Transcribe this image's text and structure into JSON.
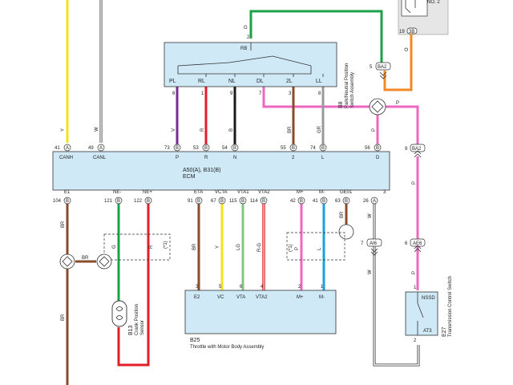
{
  "colors": {
    "yellow": "#f2e21c",
    "black": "#1a1a1a",
    "white_wire": "#777777",
    "green": "#1aa24a",
    "orange": "#f08a24",
    "pink": "#ec67c1",
    "purple": "#7b2b91",
    "red": "#e21f26",
    "brown": "#8a4b2c",
    "gray": "#999999",
    "light_green": "#80c784",
    "blue": "#1ba1e2",
    "box_fill": "#cfeaf6"
  },
  "relay": {
    "label": "NO. 2",
    "pin": "19",
    "conn": "3B"
  },
  "park_switch": {
    "id": "B8",
    "title_1": "Park/Neutral Position",
    "title_2": "Switch Assembly",
    "rb": "RB",
    "top_pin": "2",
    "top_wire": "G",
    "positions": [
      "PL",
      "RL",
      "NL",
      "DL",
      "2L",
      "LL"
    ],
    "pins": [
      "6",
      "1",
      "9",
      "7",
      "3",
      "8"
    ],
    "wires": [
      "V",
      "R",
      "B",
      "P",
      "BR",
      "GR"
    ],
    "conn": "BA2",
    "conn_pin": "5",
    "o_wire": "O"
  },
  "top_wires": {
    "canh": "Y",
    "canl": "W"
  },
  "ecm": {
    "title_1": "A50(A), B31(B)",
    "title_2": "ECM",
    "top_terms": [
      {
        "pin": "41",
        "conn": "A",
        "name": "CANH"
      },
      {
        "pin": "49",
        "conn": "A",
        "name": "CANL"
      },
      {
        "pin": "73",
        "conn": "B",
        "name": "P"
      },
      {
        "pin": "53",
        "conn": "B",
        "name": "R"
      },
      {
        "pin": "54",
        "conn": "B",
        "name": "N"
      },
      {
        "pin": "55",
        "conn": "B",
        "name": "2"
      },
      {
        "pin": "74",
        "conn": "B",
        "name": "L"
      },
      {
        "pin": "56",
        "conn": "B",
        "name": "D"
      }
    ],
    "top_wire_labels": [
      "V",
      "R",
      "B",
      "BR",
      "GR",
      "P"
    ],
    "right_conn": {
      "pin": "9",
      "conn": "BA2",
      "wire": "P"
    },
    "right_pin": "3",
    "bottom_terms": [
      {
        "name": "E1",
        "pin": "104",
        "conn": "B"
      },
      {
        "name": "NE-",
        "pin": "121",
        "conn": "B"
      },
      {
        "name": "NE+",
        "pin": "122",
        "conn": "B"
      },
      {
        "name": "ETA",
        "pin": "91",
        "conn": "B"
      },
      {
        "name": "VCTA",
        "pin": "67",
        "conn": "B"
      },
      {
        "name": "VTA1",
        "pin": "115",
        "conn": "B"
      },
      {
        "name": "VTA2",
        "pin": "114",
        "conn": "B"
      },
      {
        "name": "M+",
        "pin": "42",
        "conn": "B"
      },
      {
        "name": "M-",
        "pin": "41",
        "conn": "B"
      },
      {
        "name": "GE01",
        "pin": "63",
        "conn": "B"
      },
      {
        "name": "",
        "pin": "26",
        "conn": "A"
      }
    ],
    "bottom_wires": [
      "BR",
      "G",
      "R",
      "BR",
      "Y",
      "LG",
      "R-G",
      "P",
      "L",
      "BR",
      "W"
    ]
  },
  "shield": {
    "g": "G",
    "r": "R",
    "ref": "(*1)",
    "br": "BR"
  },
  "motor_shield": {
    "p": "P",
    "l": "L",
    "ref": "(*1)"
  },
  "crank": {
    "id": "B13",
    "title_1": "Crank Position",
    "title_2": "Sensor",
    "wire_br": "BR"
  },
  "throttle": {
    "id": "B25",
    "title": "Throttle with Motor Body Assembly",
    "terms": [
      "E2",
      "VC",
      "VTA",
      "VTA2",
      "M+",
      "M-"
    ],
    "pins": [
      "3",
      "5",
      "6",
      "4",
      "2",
      "1"
    ]
  },
  "ai6": {
    "pin": "7",
    "conn": "AI6",
    "wire": "W"
  },
  "ae6": {
    "pin": "6",
    "conn": "AE6",
    "wire": "P"
  },
  "tcs": {
    "id": "E27",
    "title": "Transmission Control Switch",
    "nssd": "NSSD",
    "at3": "AT3",
    "pin_top": "1",
    "pin_bot": "2"
  }
}
